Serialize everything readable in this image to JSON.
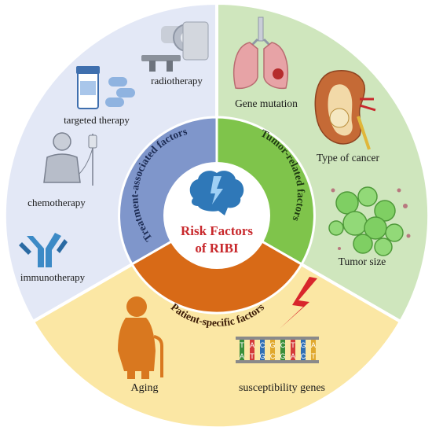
{
  "center": {
    "title_line1": "Risk Factors",
    "title_line2": "of RIBI"
  },
  "sectors": {
    "treatment": {
      "ring_label": "Treatment-associated factors",
      "color": "#e3e8f6",
      "ring_color": "#7f96cb",
      "items": {
        "radiotherapy": "radiotherapy",
        "targeted_therapy": "targeted therapy",
        "chemotherapy": "chemotherapy",
        "immunotherapy": "immunotherapy"
      }
    },
    "tumor": {
      "ring_label": "Tumor-related factors",
      "color": "#cfe6bd",
      "ring_color": "#7fc44b",
      "items": {
        "gene_mutation": "Gene mutation",
        "type_of_cancer": "Type of cancer",
        "tumor_size": "Tumor size"
      }
    },
    "patient": {
      "ring_label": "Patient-specific factors",
      "color": "#fbe7a4",
      "ring_color": "#d86a17",
      "items": {
        "aging": "Aging",
        "susceptibility_genes": "susceptibility genes"
      }
    }
  },
  "dna_letters": {
    "top": [
      "T",
      "A",
      "C",
      "G",
      "C",
      "T",
      "G",
      "A"
    ],
    "bottom": [
      "A",
      "T",
      "G",
      "C",
      "G",
      "A",
      "C",
      "T"
    ]
  },
  "colors": {
    "center_text": "#c8282c",
    "brain": "#2f78b8",
    "bolt": "#d8262c",
    "border": "#ffffff"
  }
}
